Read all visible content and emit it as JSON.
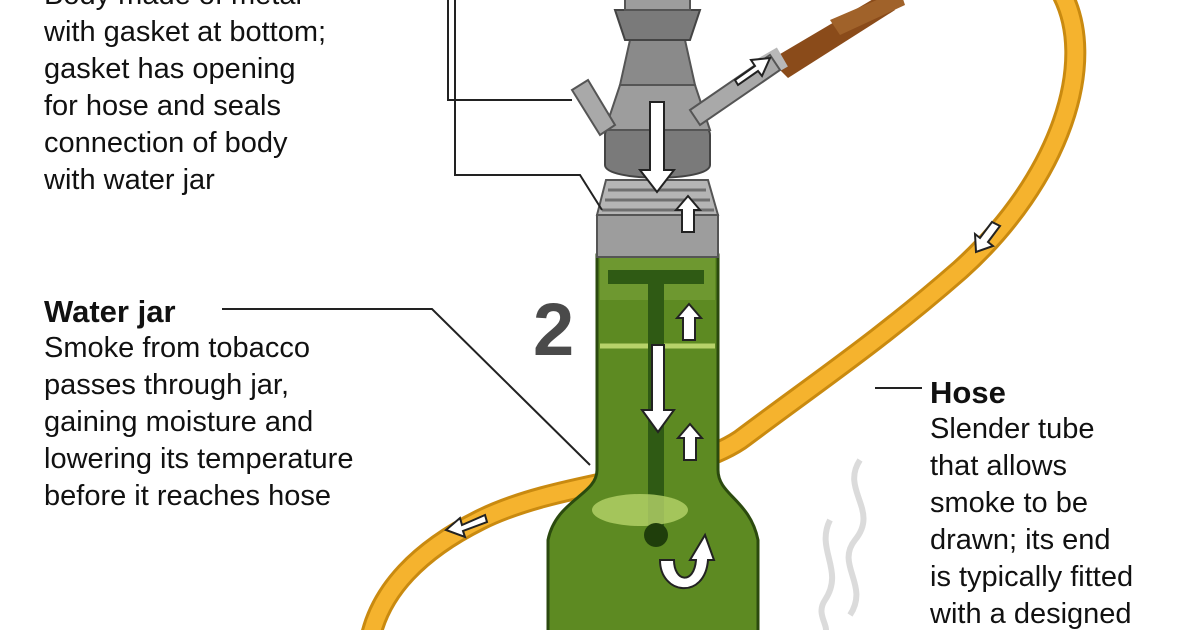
{
  "body_note": {
    "lines": [
      "Body made of metal",
      "with gasket at bottom;",
      "gasket has opening",
      "for hose and seals",
      "connection of body",
      "with water jar"
    ]
  },
  "water_jar": {
    "title": "Water jar",
    "lines": [
      "Smoke from tobacco",
      "passes through jar,",
      "gaining moisture and",
      "lowering its temperature",
      "before it reaches hose"
    ]
  },
  "hose": {
    "title": "Hose",
    "lines": [
      "Slender tube",
      "that allows",
      "smoke to be",
      "drawn; its end",
      "is typically fitted",
      "with a designed"
    ]
  },
  "step_number": "2",
  "colors": {
    "hose": "#f5b32e",
    "hose_edge": "#c98a10",
    "glass": "#5d8a22",
    "glass_dark": "#2f5a14",
    "metal": "#9d9d9d",
    "metal_dark": "#6f6f6f",
    "mouthpiece": "#8a4b1a"
  }
}
